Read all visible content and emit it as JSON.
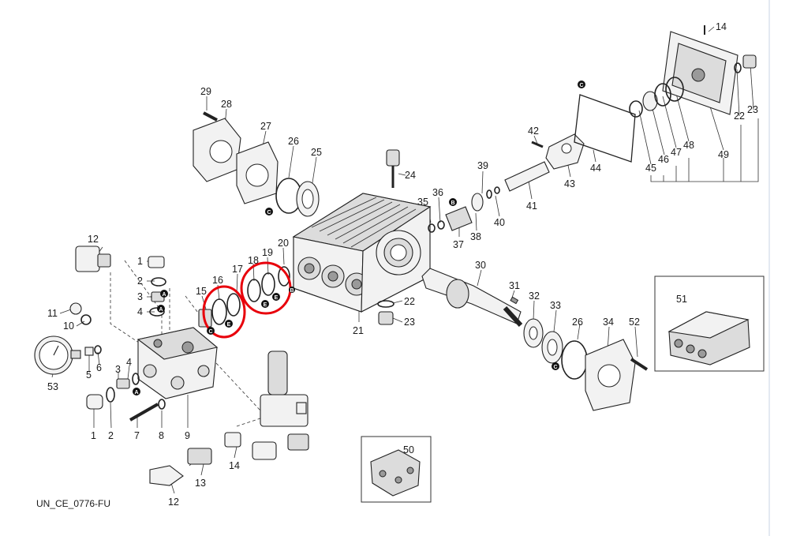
{
  "caption": "UN_CE_0776-FU",
  "part_labels": [
    {
      "id": "l1a",
      "text": "1"
    },
    {
      "id": "l2a",
      "text": "2"
    },
    {
      "id": "l3a",
      "text": "3"
    },
    {
      "id": "l4a",
      "text": "4"
    },
    {
      "id": "l1b",
      "text": "1"
    },
    {
      "id": "l2b",
      "text": "2"
    },
    {
      "id": "l3b",
      "text": "3"
    },
    {
      "id": "l4b",
      "text": "4"
    },
    {
      "id": "l5",
      "text": "5"
    },
    {
      "id": "l6",
      "text": "6"
    },
    {
      "id": "l7",
      "text": "7"
    },
    {
      "id": "l8",
      "text": "8"
    },
    {
      "id": "l9",
      "text": "9"
    },
    {
      "id": "l10",
      "text": "10"
    },
    {
      "id": "l11",
      "text": "11"
    },
    {
      "id": "l12a",
      "text": "12"
    },
    {
      "id": "l12b",
      "text": "12"
    },
    {
      "id": "l13",
      "text": "13"
    },
    {
      "id": "l14a",
      "text": "14"
    },
    {
      "id": "l14b",
      "text": "14"
    },
    {
      "id": "l15",
      "text": "15"
    },
    {
      "id": "l16",
      "text": "16"
    },
    {
      "id": "l17",
      "text": "17"
    },
    {
      "id": "l18",
      "text": "18"
    },
    {
      "id": "l19",
      "text": "19"
    },
    {
      "id": "l20",
      "text": "20"
    },
    {
      "id": "l21",
      "text": "21"
    },
    {
      "id": "l22a",
      "text": "22"
    },
    {
      "id": "l22b",
      "text": "22"
    },
    {
      "id": "l23a",
      "text": "23"
    },
    {
      "id": "l23b",
      "text": "23"
    },
    {
      "id": "l24",
      "text": "24"
    },
    {
      "id": "l25",
      "text": "25"
    },
    {
      "id": "l26a",
      "text": "26"
    },
    {
      "id": "l26b",
      "text": "26"
    },
    {
      "id": "l27",
      "text": "27"
    },
    {
      "id": "l28",
      "text": "28"
    },
    {
      "id": "l29",
      "text": "29"
    },
    {
      "id": "l30",
      "text": "30"
    },
    {
      "id": "l31",
      "text": "31"
    },
    {
      "id": "l32",
      "text": "32"
    },
    {
      "id": "l33",
      "text": "33"
    },
    {
      "id": "l34",
      "text": "34"
    },
    {
      "id": "l35",
      "text": "35"
    },
    {
      "id": "l36",
      "text": "36"
    },
    {
      "id": "l37",
      "text": "37"
    },
    {
      "id": "l38",
      "text": "38"
    },
    {
      "id": "l39",
      "text": "39"
    },
    {
      "id": "l40",
      "text": "40"
    },
    {
      "id": "l41",
      "text": "41"
    },
    {
      "id": "l42",
      "text": "42"
    },
    {
      "id": "l43",
      "text": "43"
    },
    {
      "id": "l44",
      "text": "44"
    },
    {
      "id": "l45",
      "text": "45"
    },
    {
      "id": "l46",
      "text": "46"
    },
    {
      "id": "l47",
      "text": "47"
    },
    {
      "id": "l48",
      "text": "48"
    },
    {
      "id": "l49",
      "text": "49"
    },
    {
      "id": "l50",
      "text": "50"
    },
    {
      "id": "l51",
      "text": "51"
    },
    {
      "id": "l52",
      "text": "52"
    },
    {
      "id": "l53",
      "text": "53"
    }
  ],
  "markers": {
    "A": "A",
    "B": "B",
    "C": "C",
    "E": "E"
  },
  "highlight_color": "#e8000b"
}
